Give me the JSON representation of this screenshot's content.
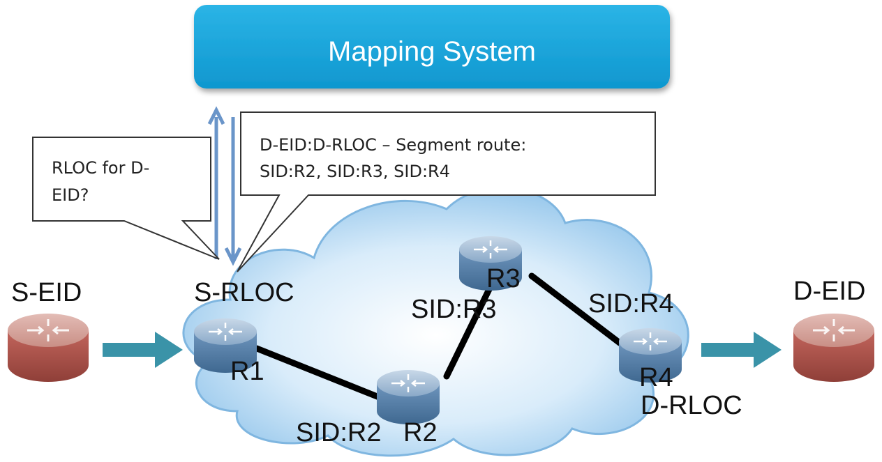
{
  "mapping_system": {
    "label": "Mapping System",
    "color": "#15a6dc"
  },
  "callouts": {
    "query": {
      "line1": "RLOC for D-",
      "line2": "EID?"
    },
    "reply": {
      "line1": "D-EID:D-RLOC – Segment route:",
      "line2": "SID:R2, SID:R3, SID:R4"
    }
  },
  "labels": {
    "s_eid": "S-EID",
    "s_rloc": "S-RLOC",
    "d_eid": "D-EID",
    "d_rloc": "D-RLOC"
  },
  "routers": {
    "r1": {
      "name": "R1"
    },
    "r2": {
      "name": "R2",
      "sid": "SID:R2"
    },
    "r3": {
      "name": "R3",
      "sid": "SID:R3"
    },
    "r4": {
      "name": "R4",
      "sid": "SID:R4"
    }
  },
  "colors": {
    "core_router": "#5f87b0",
    "edge_router": "#b45a52",
    "flow_arrow": "#3a93a8",
    "query_arrows": "#6a95c9",
    "links": "#000000",
    "cloud": "#bfdcf3"
  },
  "icons": {
    "router": "router-icon",
    "arrow": "arrow-right-icon"
  }
}
